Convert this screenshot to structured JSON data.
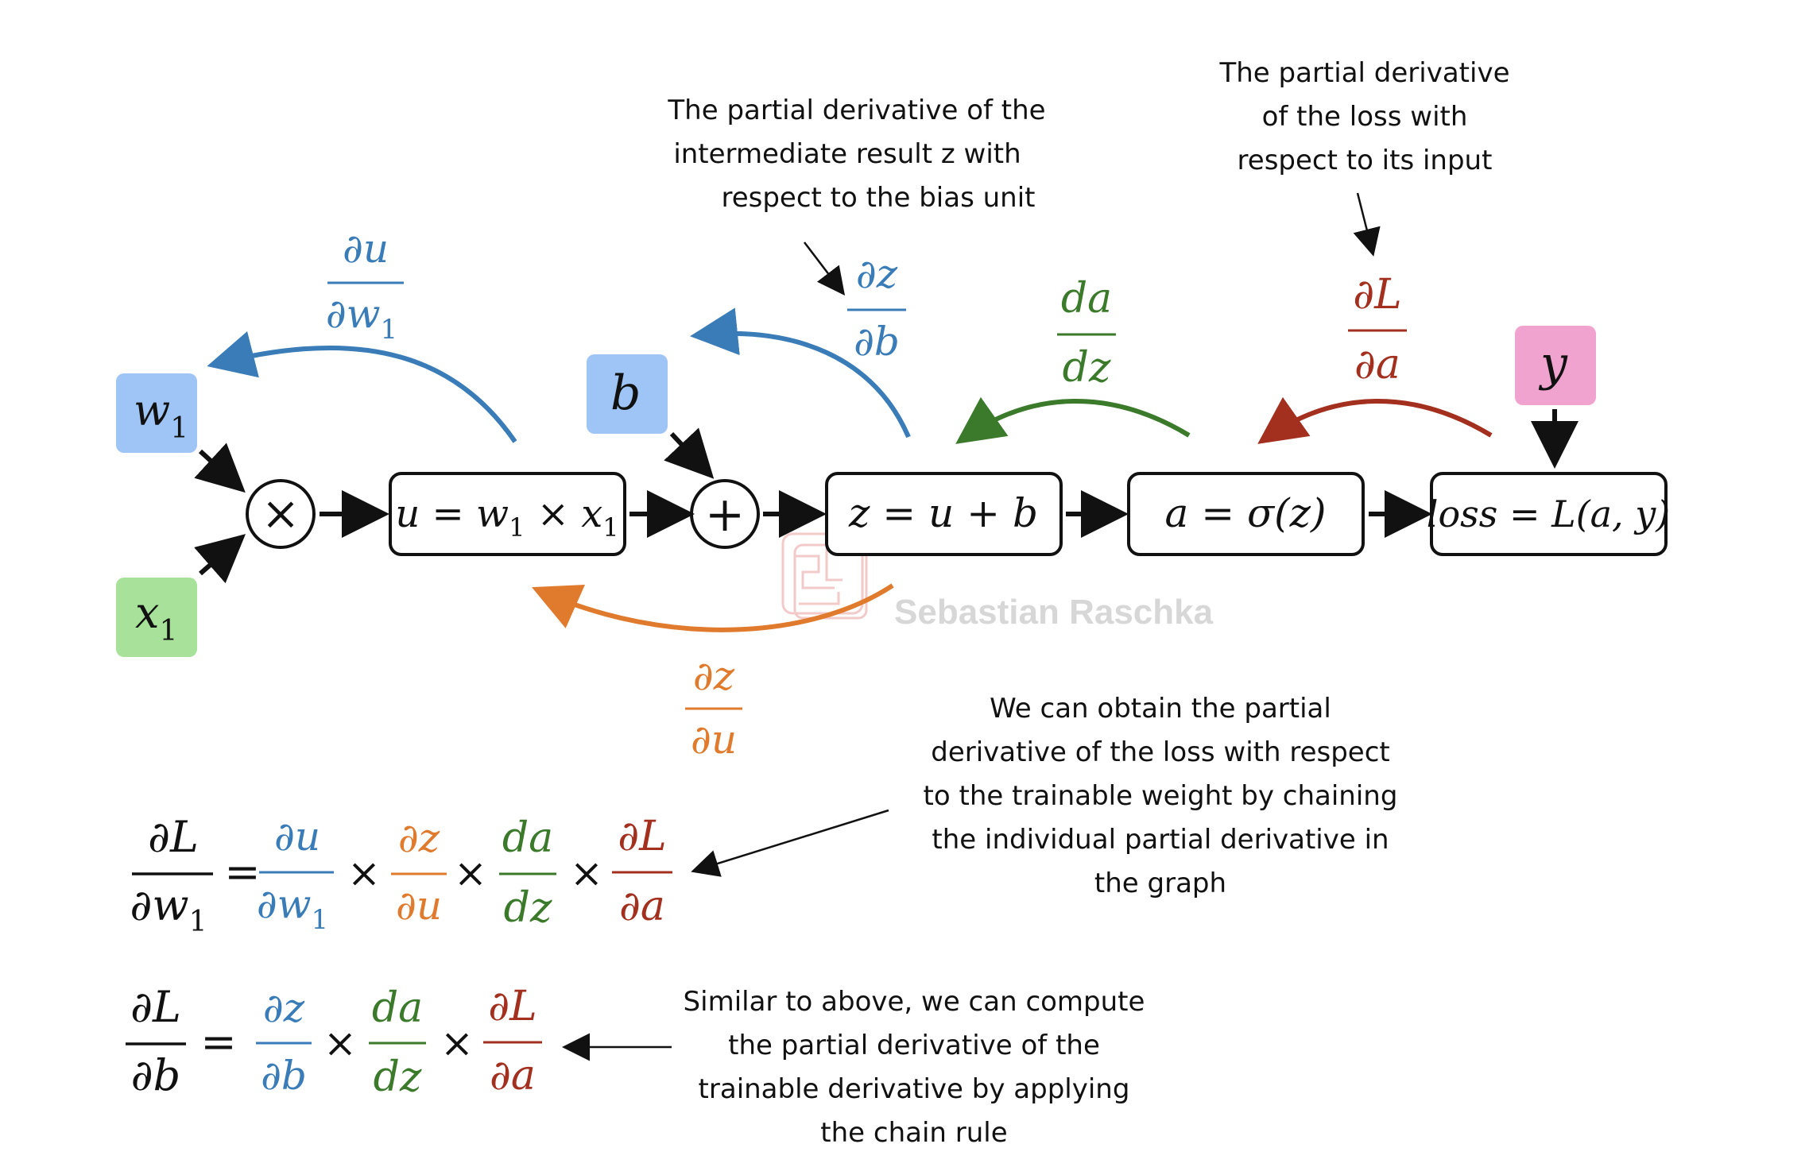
{
  "colors": {
    "blue": "#3a7cb8",
    "orange": "#e07b2e",
    "green": "#3a7a2a",
    "red": "#a3301f",
    "w1_fill": "#9ec5f5",
    "b_fill": "#9ec5f5",
    "x1_fill": "#a8e29a",
    "y_fill": "#f1a3cf",
    "ink": "#111111",
    "watermark": "#b8b8b8"
  },
  "inputs": {
    "w1": "w",
    "w1_sub": "1",
    "x1": "x",
    "x1_sub": "1",
    "b": "b",
    "y": "y"
  },
  "operators": {
    "multiply": "×",
    "add": "+"
  },
  "nodes": {
    "u": {
      "a": "u = w",
      "sub1": "1",
      "b": " × x",
      "sub2": "1"
    },
    "z": "z = u + b",
    "a": "a = σ(z)",
    "loss": "loss = L(a, y)"
  },
  "derivatives": {
    "du_dw1": {
      "num": "∂u",
      "den": "∂w",
      "den_sub": "1"
    },
    "dz_db": {
      "num": "∂z",
      "den": "∂b"
    },
    "da_dz": {
      "num": "da",
      "den": "dz"
    },
    "dL_da": {
      "num": "∂L",
      "den": "∂a"
    },
    "dz_du": {
      "num": "∂z",
      "den": "∂u"
    }
  },
  "notes": {
    "bias_note": [
      "The partial derivative of the",
      "intermediate result z with",
      "respect to the bias unit"
    ],
    "loss_note": [
      "The partial derivative",
      "of the loss with",
      "respect to its input"
    ],
    "chain_note": [
      "We can obtain the partial",
      "derivative of the loss with respect",
      "to the trainable weight by chaining",
      "the individual partial derivative in",
      "the graph"
    ],
    "bias_chain_note": [
      "Similar to above, we can compute",
      "the partial derivative of the",
      "trainable derivative by applying",
      "the chain rule"
    ]
  },
  "equations": {
    "eq1": {
      "lhs_num": "∂L",
      "lhs_den": "∂w",
      "lhs_den_sub": "1",
      "equals": "=",
      "times": "×",
      "terms": [
        {
          "num": "∂u",
          "den": "∂w",
          "den_sub": "1"
        },
        {
          "num": "∂z",
          "den": "∂u"
        },
        {
          "num": "da",
          "den": "dz"
        },
        {
          "num": "∂L",
          "den": "∂a"
        }
      ]
    },
    "eq2": {
      "lhs_num": "∂L",
      "lhs_den": "∂b",
      "equals": "=",
      "times": "×",
      "terms": [
        {
          "num": "∂z",
          "den": "∂b"
        },
        {
          "num": "da",
          "den": "dz"
        },
        {
          "num": "∂L",
          "den": "∂a"
        }
      ]
    }
  },
  "watermark": "Sebastian Raschka"
}
